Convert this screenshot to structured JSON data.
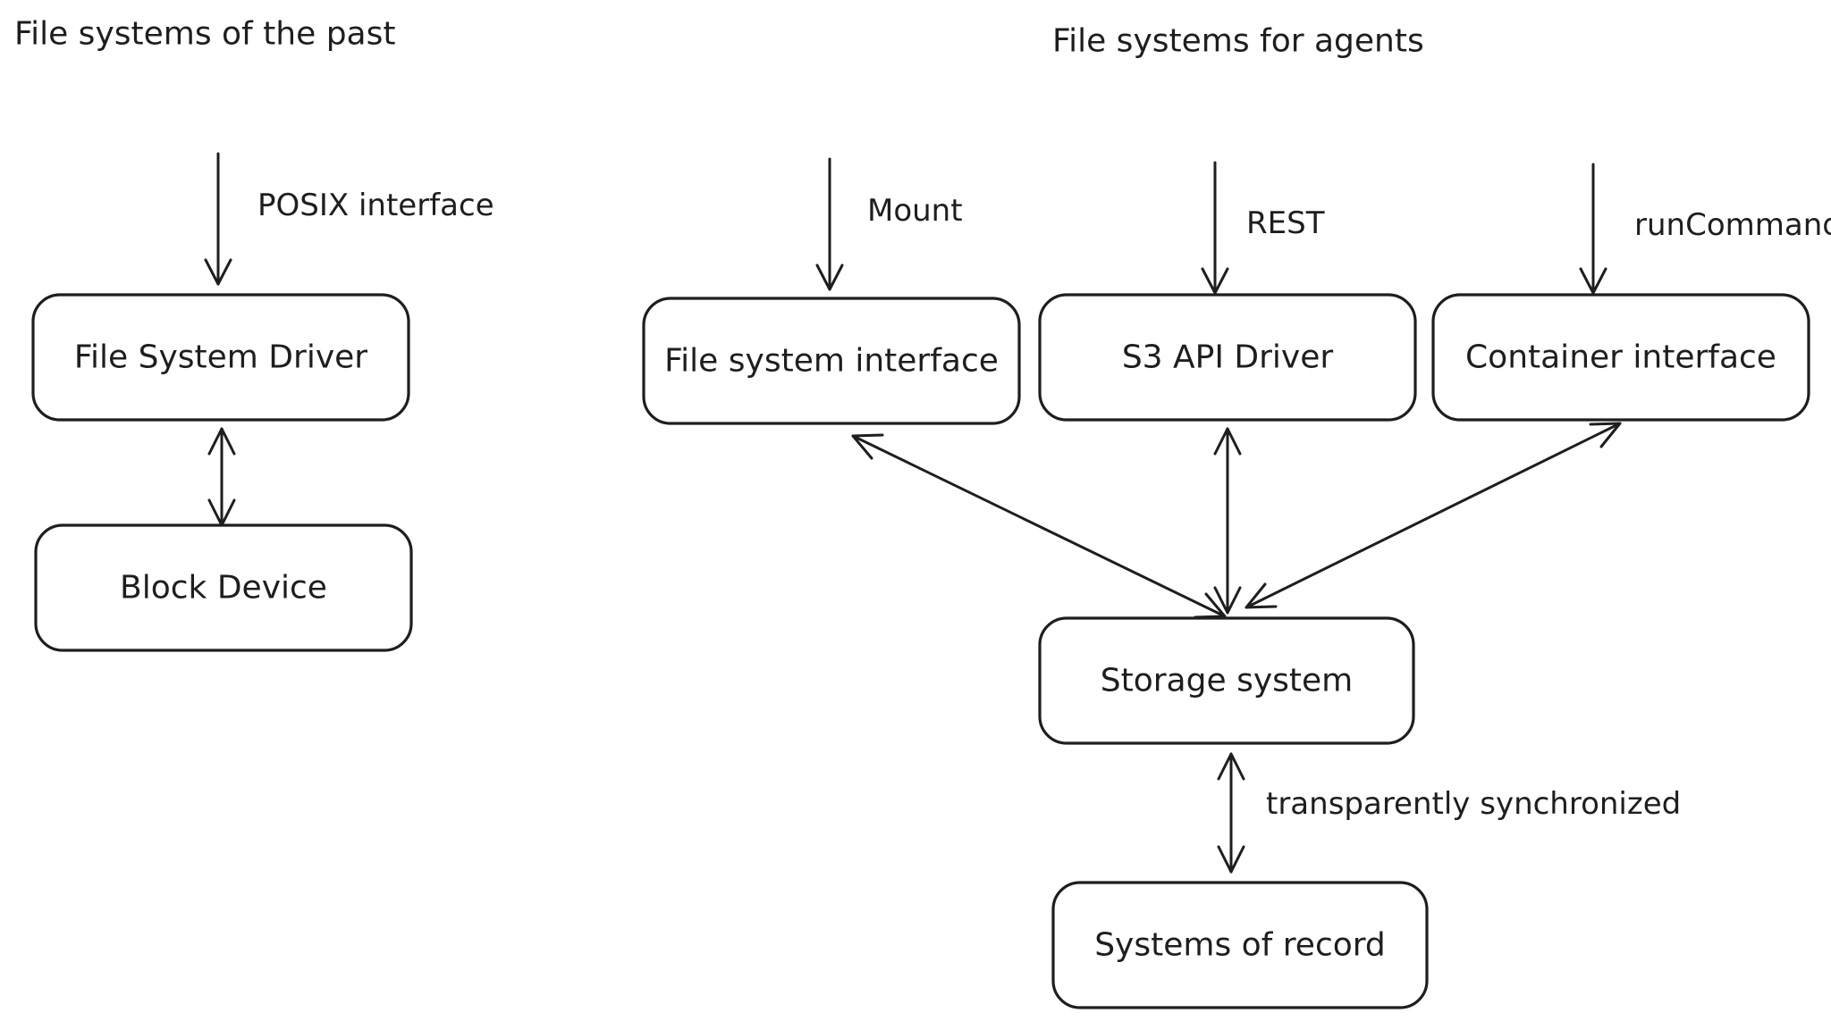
{
  "headings": {
    "past": "File systems of the past",
    "agents": "File systems for agents"
  },
  "labels": {
    "posix": "POSIX interface",
    "mount": "Mount",
    "rest": "REST",
    "run_command": "runCommand",
    "sync": "transparently synchronized"
  },
  "boxes": {
    "fs_driver": "File System Driver",
    "block_device": "Block Device",
    "fs_interface": "File system interface",
    "s3_driver": "S3 API Driver",
    "container_interface": "Container interface",
    "storage_system": "Storage system",
    "systems_of_record": "Systems of record"
  },
  "colors": {
    "stroke": "#1e1e1e",
    "background": "#ffffff"
  }
}
